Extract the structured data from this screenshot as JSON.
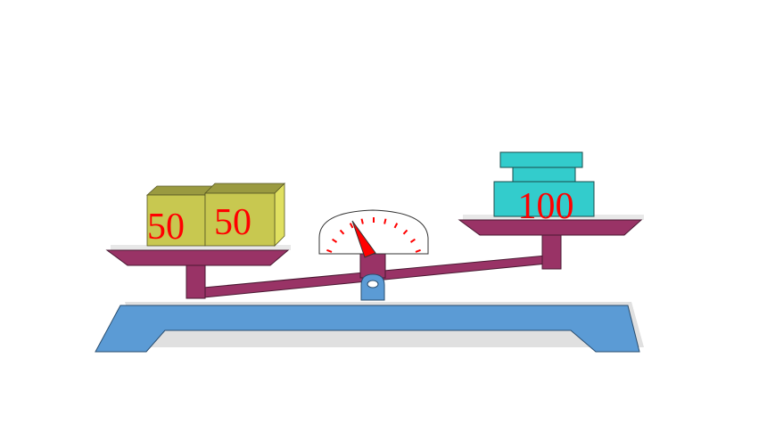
{
  "scale": {
    "left_pan": {
      "blocks": [
        {
          "label": "50"
        },
        {
          "label": "50"
        }
      ]
    },
    "right_pan": {
      "weight": {
        "label": "100"
      }
    },
    "dial": {
      "tick_count": 11
    }
  },
  "colors": {
    "base": "#5b9bd5",
    "arm": "#993366",
    "left_block": "#c8c850",
    "left_block_top": "#9a9a40",
    "left_block_side": "#e0e060",
    "right_weight": "#33cccc",
    "label_text": "#ff0000",
    "needle": "#ff0000",
    "pivot": "#5b9bd5",
    "tray_shadow": "#e8e8e8"
  }
}
